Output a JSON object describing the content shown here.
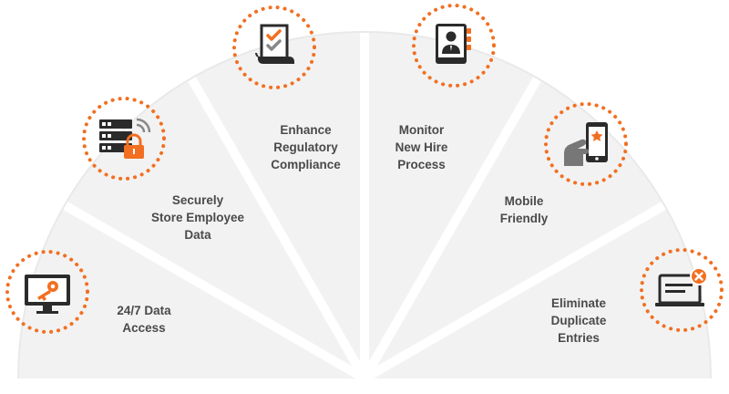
{
  "features": [
    {
      "id": "data-access",
      "label": "24/7 Data\nAccess",
      "icon": "monitor-key-icon"
    },
    {
      "id": "secure-store",
      "label": "Securely\nStore Employee\nData",
      "icon": "server-lock-icon"
    },
    {
      "id": "compliance",
      "label": "Enhance\nRegulatory\nCompliance",
      "icon": "checklist-document-icon"
    },
    {
      "id": "new-hire",
      "label": "Monitor\nNew Hire\nProcess",
      "icon": "employee-directory-icon"
    },
    {
      "id": "mobile",
      "label": "Mobile\nFriendly",
      "icon": "mobile-phone-icon"
    },
    {
      "id": "duplicates",
      "label": "Eliminate\nDuplicate\nEntries",
      "icon": "laptop-error-icon"
    }
  ],
  "colors": {
    "accent": "#f26f21",
    "icon_dark": "#2b2b2b",
    "icon_gray": "#777777",
    "fan_bg": "#f2f2f2",
    "divider": "#ffffff",
    "text": "#4a4a4a"
  }
}
